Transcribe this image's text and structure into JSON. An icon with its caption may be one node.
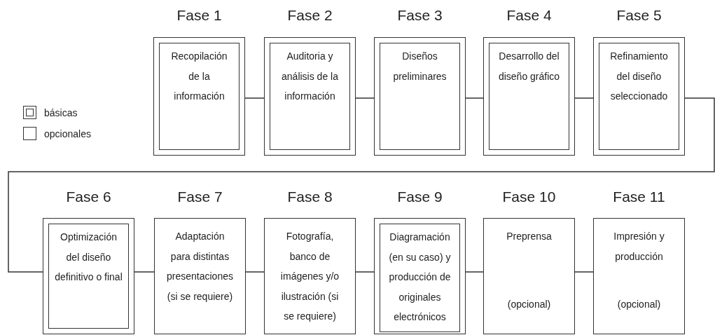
{
  "diagram": {
    "nodes": [
      {
        "text": [
          "Fase 1"
        ]
      },
      {
        "text": [
          "Recopilación de la información"
        ],
        "in": 0
      },
      {
        "text": [
          "Fase 2"
        ]
      },
      {
        "text": [
          "Auditoria y análisis de la información"
        ],
        "in": 2
      },
      {
        "text": [
          "Fase 3"
        ]
      },
      {
        "text": [
          "Diseños preliminares"
        ],
        "in": 4
      },
      {
        "text": [
          "Fase 4"
        ]
      },
      {
        "text": [
          "Desarrollo del diseño gráfico"
        ],
        "in": 6
      },
      {
        "text": [
          "Fase 5"
        ]
      },
      {
        "text": [
          "Refinamiento del diseño seleccionado"
        ],
        "in": 8
      },
      {
        "text": [
          "Fase 6"
        ]
      },
      {
        "text": [
          "Optimización del diseño definitivo o final"
        ],
        "in": 10
      },
      {
        "text": [
          "Fase 7",
          "Adaptación para distintas presentaciones (si se requiere)"
        ]
      },
      {
        "text": [
          "Fase 8",
          "Fotografía, banco de imágenes y/o ilustración (si se requiere)"
        ]
      },
      {
        "text": [
          "Fase 9"
        ]
      },
      {
        "text": [
          "Diagramación (en su caso) y producción de originales electrónicos"
        ],
        "in": 14
      },
      {
        "text": [
          "Fase 10",
          "Preprensa",
          "(opcional)"
        ]
      },
      {
        "text": [
          "Fase 11",
          "Impresión y producción",
          "(opcional)"
        ]
      }
    ],
    "edges": [
      {
        "from": 0,
        "to": 2,
        "arrow": "none"
      },
      {
        "from": 2,
        "to": 4,
        "arrow": "none"
      },
      {
        "from": 4,
        "to": 6,
        "arrow": "none"
      },
      {
        "from": 6,
        "to": 8,
        "arrow": "none"
      },
      {
        "from": 8,
        "to": 10,
        "arrow": "none"
      },
      {
        "from": 10,
        "to": 12,
        "arrow": "none"
      },
      {
        "from": 12,
        "to": 13,
        "arrow": "none"
      },
      {
        "from": 13,
        "to": 14,
        "arrow": "none"
      },
      {
        "from": 14,
        "to": 16,
        "arrow": "none"
      },
      {
        "from": 16,
        "to": 17,
        "arrow": "none"
      }
    ],
    "legend": [
      {
        "text": "básicas"
      },
      {
        "text": "opcionales"
      }
    ]
  }
}
